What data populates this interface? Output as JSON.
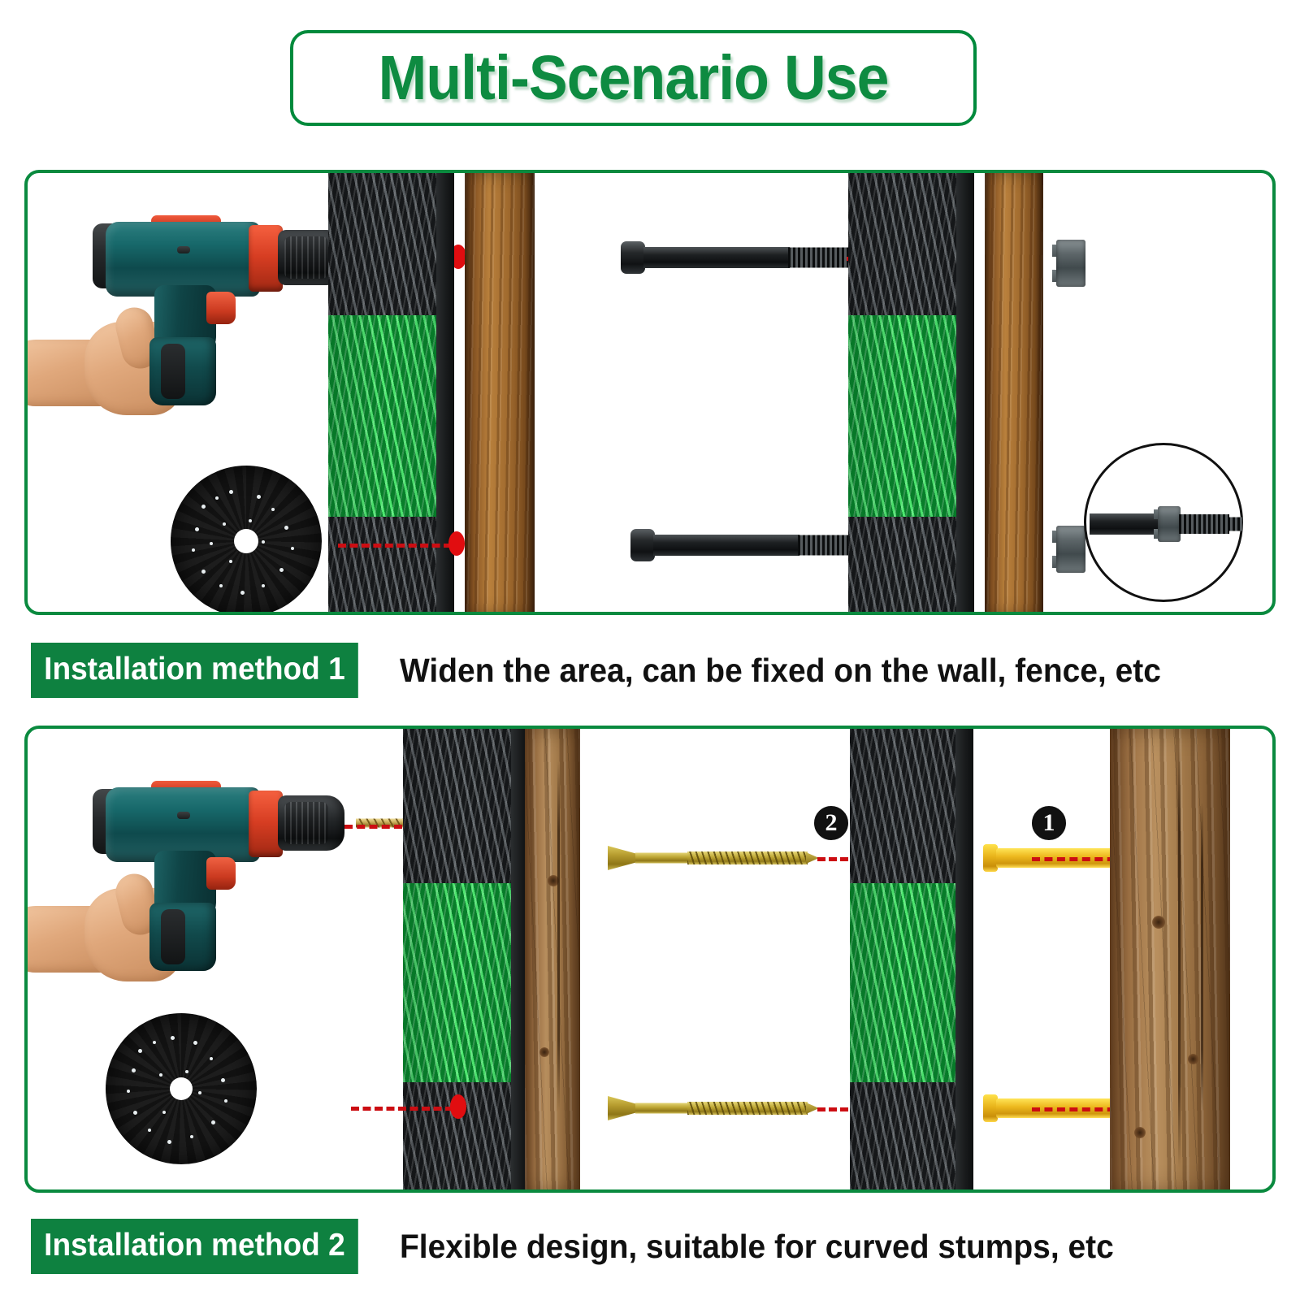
{
  "header": {
    "title": "Multi-Scenario Use"
  },
  "methods": [
    {
      "badge": "Installation method 1",
      "caption": "Widen the area, can be fixed on the wall, fence, etc",
      "hardware": [
        "drill",
        "brush-disc",
        "brush-column",
        "wood-plank",
        "hex-bolt",
        "hex-nut",
        "bolt-nut-detail"
      ]
    },
    {
      "badge": "Installation method 2",
      "caption": "Flexible design, suitable for curved stumps, etc",
      "hardware": [
        "drill",
        "brush-disc",
        "brush-column",
        "wood-log",
        "wood-screw",
        "wall-anchor"
      ]
    }
  ],
  "steps": {
    "one": "❶",
    "two": "❷",
    "one_plain": "1",
    "two_plain": "2"
  },
  "colors": {
    "brand_green": "#0e8b41",
    "badge_green": "#0e8140",
    "panel_border": "#0a8a3f",
    "pointer_red": "#cc0d12",
    "dot_red": "#e10d10",
    "bristle_green": "#25d24a",
    "bristle_dark": "#2a2d2f",
    "anchor_yellow": "#edb91f",
    "screw_gold": "#c0a836",
    "drill_teal": "#17686a",
    "drill_red": "#d63d22",
    "wood_brown": "#a06a2e"
  }
}
